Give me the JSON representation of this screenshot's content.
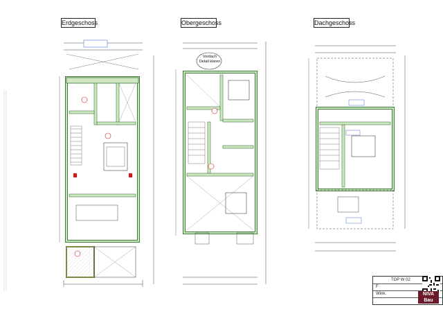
{
  "plan_titles": {
    "ground": "Erdgeschoss",
    "upper": "Obergeschoss",
    "attic": "Dachgeschoss"
  },
  "annotation": {
    "vordach_line1": "Vordach",
    "vordach_line2": "Detail klären"
  },
  "title_block": {
    "top_label": "TOP W 02",
    "row2": "F",
    "row3": "Wink.",
    "logo_line1": "NIVA",
    "logo_line2": "Bau"
  },
  "colors": {
    "wall_fill": "#cfe6c2",
    "wall_stroke": "#3d7a35",
    "line": "#333333",
    "accent_red": "#d21c1c",
    "dim_line": "#444444"
  }
}
